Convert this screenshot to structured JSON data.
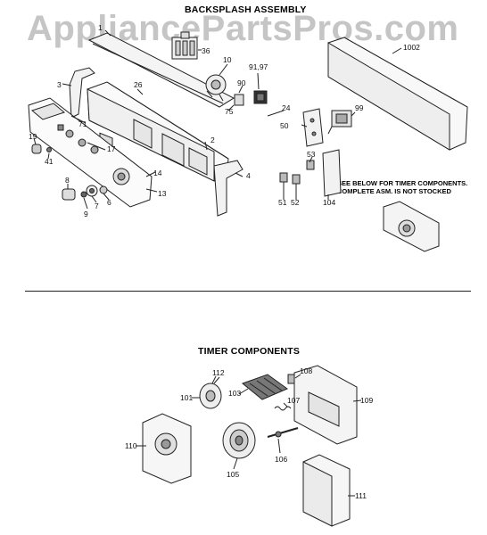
{
  "watermark": "AppliancePartsPros.com",
  "sections": {
    "backsplash_title": "BACKSPLASH ASSEMBLY",
    "timer_title": "TIMER COMPONENTS"
  },
  "note": {
    "line1": "SEE BELOW FOR TIMER COMPONENTS.",
    "line2": "COMPLETE ASM. IS NOT STOCKED"
  },
  "part_labels": {
    "p1": "1",
    "p36": "36",
    "p10": "10",
    "p9197": "91,97",
    "p90": "90",
    "p75": "75",
    "p26": "26",
    "p3": "3",
    "p71": "71",
    "p17": "17",
    "p19": "19",
    "p41": "41",
    "p2": "2",
    "p14": "14",
    "p8": "8",
    "p7": "7",
    "p9": "9",
    "p6": "6",
    "p13": "13",
    "p4": "4",
    "p24": "24",
    "p50": "50",
    "p99": "99",
    "p53": "53",
    "p51": "51",
    "p52": "52",
    "p104": "104",
    "p1002": "1002",
    "p112": "112",
    "p108": "108",
    "p101": "101",
    "p103": "103",
    "p109": "109",
    "p107": "107",
    "p110": "110",
    "p106": "106",
    "p105": "105",
    "p111": "111"
  }
}
